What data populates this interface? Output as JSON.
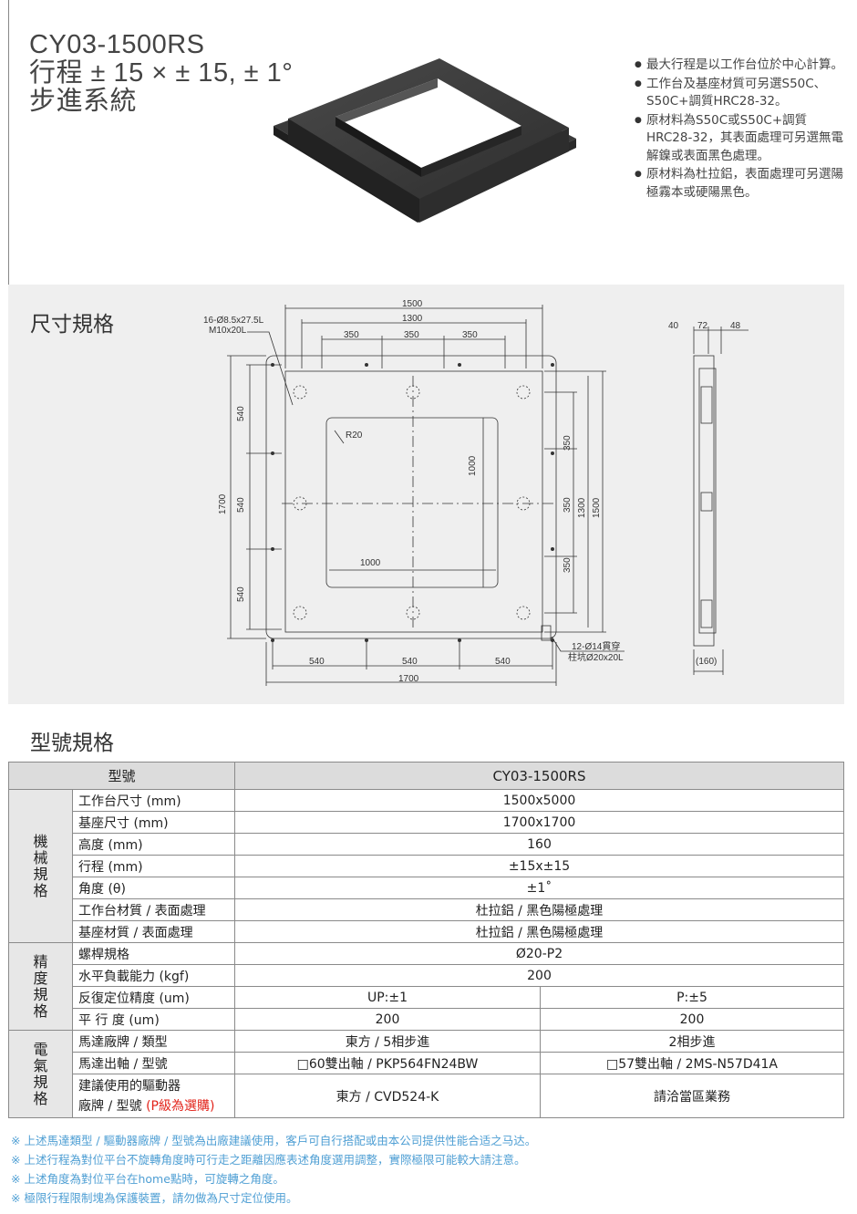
{
  "header": {
    "title_lines": [
      "CY03-1500RS",
      "行程 ± 15 × ± 15, ± 1°",
      "步進系統"
    ],
    "notes": [
      "最大行程是以工作台位於中心計算。",
      "工作台及基座材質可另選S50C、S50C+調質HRC28-32。",
      "原材料為S50C或S50C+調質HRC28-32，其表面處理可另選無電解鎳或表面黑色處理。",
      "原材料為杜拉鋁，表面處理可另選陽極霧本或硬陽黑色。"
    ]
  },
  "dimension": {
    "title": "尺寸規格",
    "labels": {
      "hole_top": "16-Ø8.5x27.5L",
      "hole_top2": "M10x20L",
      "d1500": "1500",
      "d1300": "1300",
      "d350a": "350",
      "d350b": "350",
      "d350c": "350",
      "r20": "R20",
      "d1000v": "1000",
      "d1000h": "1000",
      "d540l1": "540",
      "d540l2": "540",
      "d540l3": "540",
      "d1700v": "1700",
      "d350r1": "350",
      "d350r2": "350",
      "d350r3": "350",
      "d1300v": "1300",
      "d1500v": "1500",
      "d540b1": "540",
      "d540b2": "540",
      "d540b3": "540",
      "d1700h": "1700",
      "hole_bot": "12-Ø14貫穿",
      "hole_bot2": "柱坑Ø20x20L",
      "s40": "40",
      "s72": "72",
      "s48": "48",
      "s160": "(160)"
    }
  },
  "spec": {
    "title": "型號規格",
    "header_label": "型號",
    "header_value": "CY03-1500RS",
    "cat_mech": "機械規格",
    "cat_prec": "精度規格",
    "cat_elec": "電氣規格",
    "rows": {
      "table_size": {
        "label": "工作台尺寸 (mm)",
        "value": "1500x5000"
      },
      "base_size": {
        "label": "基座尺寸 (mm)",
        "value": "1700x1700"
      },
      "height": {
        "label": "高度 (mm)",
        "value": "160"
      },
      "stroke": {
        "label": "行程 (mm)",
        "value": "±15x±15"
      },
      "angle": {
        "label": "角度 (θ)",
        "value": "±1˚"
      },
      "table_mat": {
        "label": "工作台材質 / 表面處理",
        "value": "杜拉鋁 / 黑色陽極處理"
      },
      "base_mat": {
        "label": "基座材質 / 表面處理",
        "value": "杜拉鋁 / 黑色陽極處理"
      },
      "screw": {
        "label": "螺桿規格",
        "value": "Ø20-P2"
      },
      "load": {
        "label": "水平負載能力 (kgf)",
        "value": "200"
      },
      "repeat": {
        "label": "反復定位精度 (um)",
        "up": "UP:±1",
        "p": "P:±5"
      },
      "parallel": {
        "label": "平 行 度 (um)",
        "up": "200",
        "p": "200"
      },
      "motor_brand": {
        "label": "馬達廠牌 / 類型",
        "up": "東方 / 5相步進",
        "p": "2相步進"
      },
      "motor_shaft": {
        "label": "馬達出軸 / 型號",
        "up": "□60雙出軸 / PKP564FN24BW",
        "p": "□57雙出軸 / 2MS-N57D41A"
      },
      "driver": {
        "label1": "建議使用的驅動器",
        "label2": "廠牌 / 型號",
        "label_red": "(P級為選購)",
        "up": "東方 / CVD524-K",
        "p": "請洽當區業務"
      }
    }
  },
  "footnotes": [
    "※ 上述馬達類型 / 驅動器廠牌 / 型號為出廠建議使用，客戶可自行搭配或由本公司提供性能合适之马达。",
    "※ 上述行程為對位平台不旋轉角度時可行走之距離因應表述角度選用調整，實際極限可能較大請注意。",
    "※ 上述角度為對位平台在home點時，可旋轉之角度。",
    "※ 極限行程限制塊為保護裝置，請勿做為尺寸定位使用。"
  ]
}
